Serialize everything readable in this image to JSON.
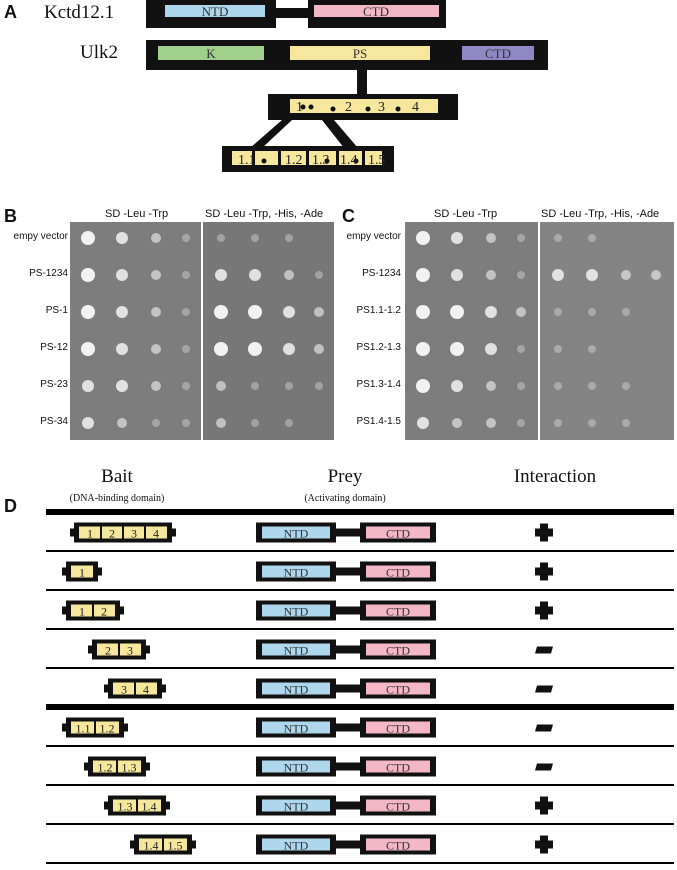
{
  "panels": {
    "a": "A",
    "b": "B",
    "c": "C",
    "d": "D"
  },
  "colors": {
    "ntd": "#aed6ec",
    "ctd": "#f3b7c6",
    "kinase": "#9fcf8a",
    "ps": "#f6e79c",
    "ulk_ctd": "#8f88c4",
    "block": "#111111",
    "plate": "#7d7d7d",
    "spot": "#f2f2f2"
  },
  "panel_a": {
    "kctd_label": "Kctd12.1",
    "ulk_label": "Ulk2",
    "kctd_domains": [
      "NTD",
      "CTD"
    ],
    "ulk_domains": [
      "K",
      "PS",
      "CTD"
    ],
    "ps_subdomains": [
      "1",
      "2",
      "3",
      "4"
    ],
    "ps1_subdomains": [
      "1.1",
      "1.2",
      "1.3",
      "1.4",
      "1.5"
    ]
  },
  "panel_b": {
    "header_left": "SD -Leu -Trp",
    "header_right": "SD -Leu -Trp, -His, -Ade",
    "rows": [
      "empy vector",
      "PS-1234",
      "PS-1",
      "PS-12",
      "PS-23",
      "PS-34"
    ],
    "growth_left": [
      [
        4,
        3,
        2,
        1
      ],
      [
        4,
        3,
        2,
        1
      ],
      [
        4,
        3,
        2,
        1
      ],
      [
        4,
        3,
        2,
        1
      ],
      [
        3,
        3,
        2,
        1
      ],
      [
        3,
        2,
        1,
        1
      ]
    ],
    "growth_right": [
      [
        1,
        1,
        1,
        0
      ],
      [
        3,
        3,
        2,
        1
      ],
      [
        4,
        4,
        3,
        2
      ],
      [
        4,
        4,
        3,
        2
      ],
      [
        2,
        1,
        1,
        1
      ],
      [
        2,
        1,
        1,
        0
      ]
    ]
  },
  "panel_c": {
    "header_left": "SD -Leu -Trp",
    "header_right": "SD -Leu -Trp, -His, -Ade",
    "rows": [
      "empy vector",
      "PS-1234",
      "PS1.1-1.2",
      "PS1.2-1.3",
      "PS1.3-1.4",
      "PS1.4-1.5"
    ],
    "growth_left": [
      [
        4,
        3,
        2,
        1
      ],
      [
        4,
        3,
        2,
        1
      ],
      [
        4,
        4,
        3,
        2
      ],
      [
        4,
        4,
        3,
        1
      ],
      [
        4,
        3,
        2,
        1
      ],
      [
        3,
        2,
        2,
        1
      ]
    ],
    "growth_right": [
      [
        1,
        1,
        0,
        0
      ],
      [
        3,
        3,
        2,
        2
      ],
      [
        1,
        1,
        1,
        0
      ],
      [
        1,
        1,
        0,
        0
      ],
      [
        1,
        1,
        1,
        0
      ],
      [
        1,
        1,
        1,
        0
      ]
    ]
  },
  "panel_d": {
    "header_bait": "Bait",
    "header_bait_sub": "(DNA-binding domain)",
    "header_prey": "Prey",
    "header_prey_sub": "(Activating domain)",
    "header_interaction": "Interaction",
    "prey_domains": [
      "NTD",
      "CTD"
    ],
    "rows": [
      {
        "bait": [
          "1",
          "2",
          "3",
          "4"
        ],
        "interaction": "+"
      },
      {
        "bait": [
          "1"
        ],
        "interaction": "+"
      },
      {
        "bait": [
          "1",
          "2"
        ],
        "interaction": "+"
      },
      {
        "bait": [
          "2",
          "3"
        ],
        "interaction": "-"
      },
      {
        "bait": [
          "3",
          "4"
        ],
        "interaction": "-"
      },
      {
        "bait": [
          "1.1",
          "1.2"
        ],
        "interaction": "-"
      },
      {
        "bait": [
          "1.2",
          "1.3"
        ],
        "interaction": "-"
      },
      {
        "bait": [
          "1.3",
          "1.4"
        ],
        "interaction": "+"
      },
      {
        "bait": [
          "1.4",
          "1.5"
        ],
        "interaction": "+"
      }
    ]
  }
}
